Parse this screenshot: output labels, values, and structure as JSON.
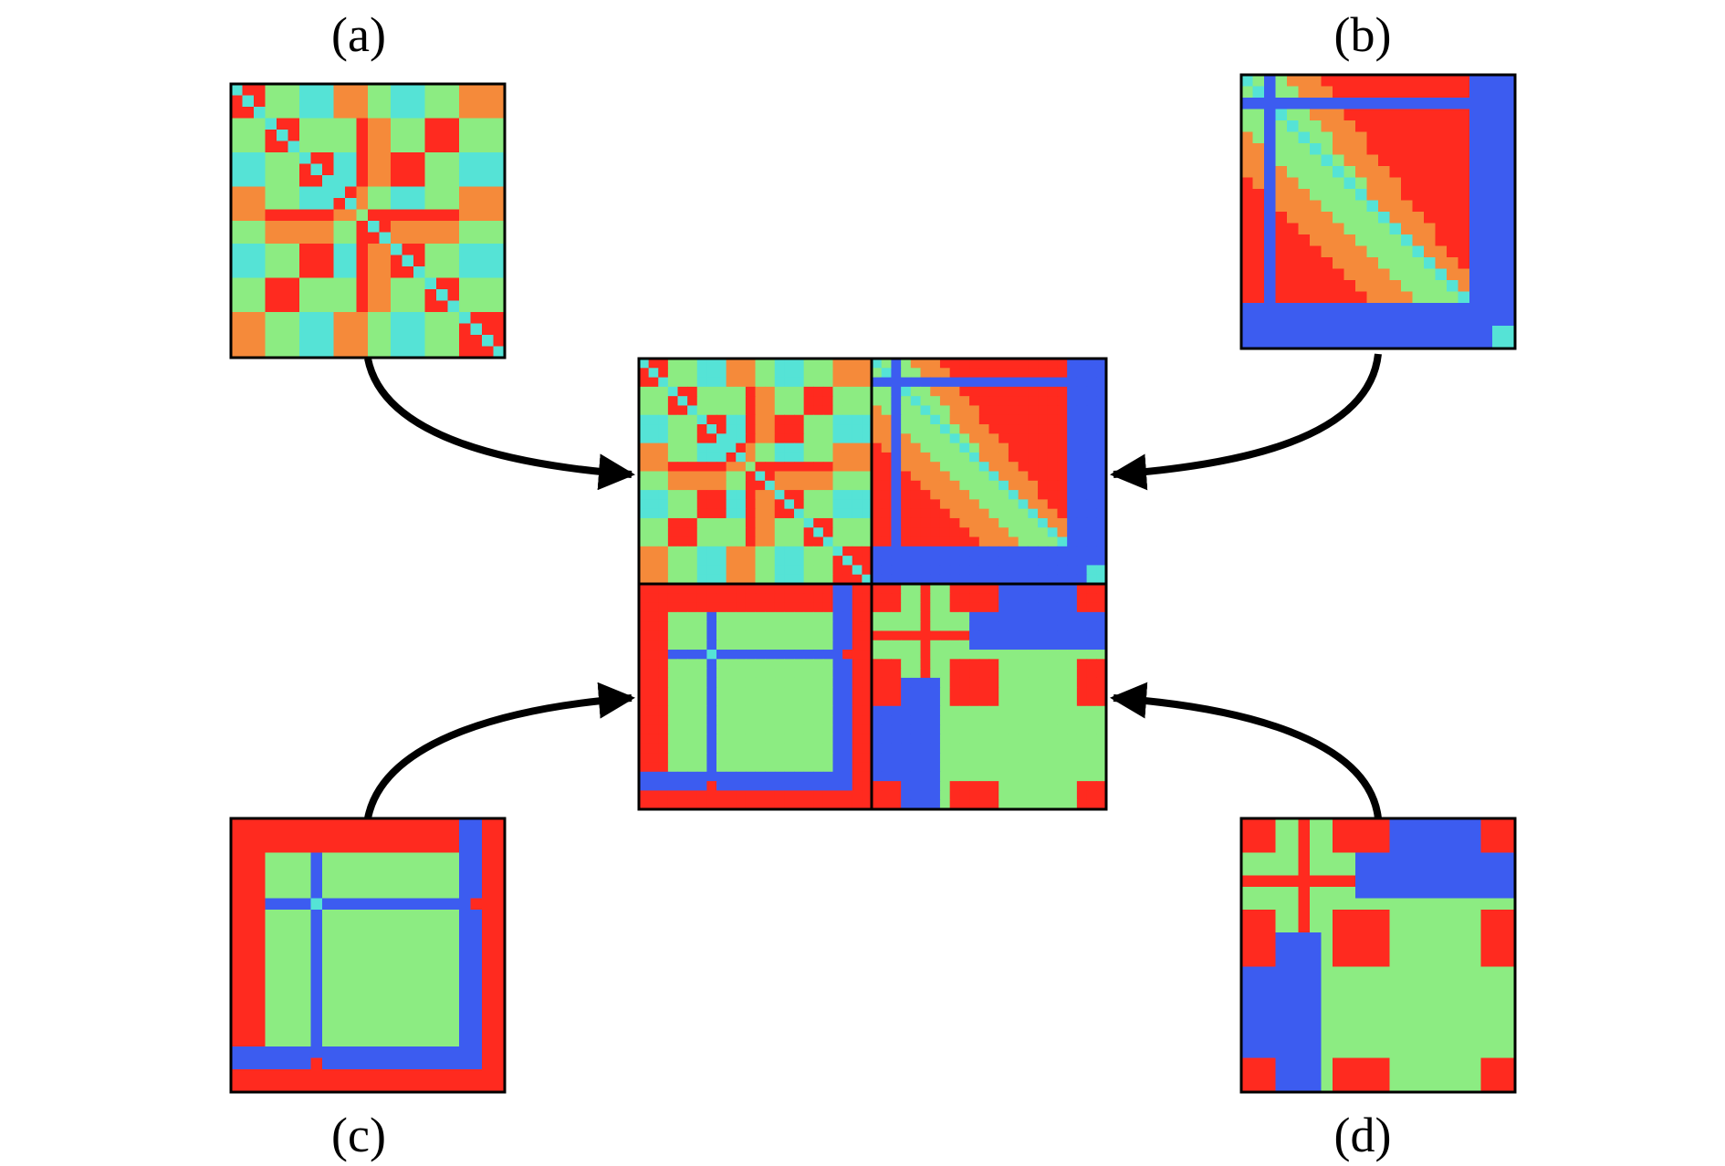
{
  "panels": [
    {
      "id": "a",
      "label": "(a)"
    },
    {
      "id": "b",
      "label": "(b)"
    },
    {
      "id": "c",
      "label": "(c)"
    },
    {
      "id": "d",
      "label": "(d)"
    }
  ],
  "colors": {
    "red": "#ff2a1f",
    "orange": "#f58a3a",
    "green": "#8cec82",
    "cyan": "#55e3d6",
    "blue": "#3c5cf0",
    "outline": "#000000",
    "arrow": "#000000"
  }
}
